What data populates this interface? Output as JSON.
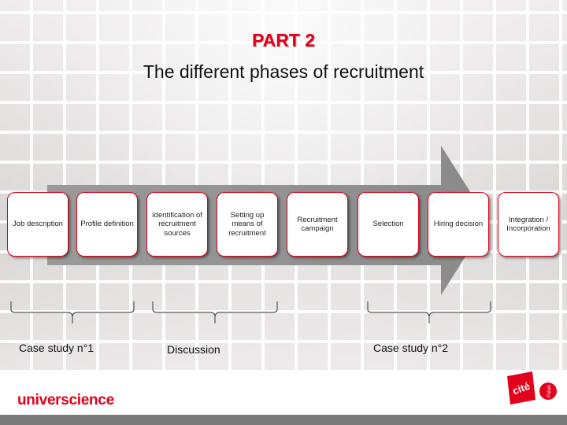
{
  "slide": {
    "title_part": "PART 2",
    "title_main": "The different phases of recruitment",
    "phases": [
      "Job description",
      "Profile definition",
      "Identification of recruitment sources",
      "Setting up means of recruitment",
      "Recruitment campaign",
      "Selection",
      "Hiring decision",
      "Integration / Incorporation"
    ],
    "groups": [
      {
        "label": "Case study n°1"
      },
      {
        "label": "Discussion"
      },
      {
        "label": "Case study n°2"
      }
    ]
  },
  "footer": {
    "brand": "universcience",
    "logo_cite": "cité",
    "logo_palais": "Palais"
  },
  "colors": {
    "accent": "#e2001a",
    "arrow": "#8c8c8c",
    "footer_bar": "#7a7a7a"
  }
}
